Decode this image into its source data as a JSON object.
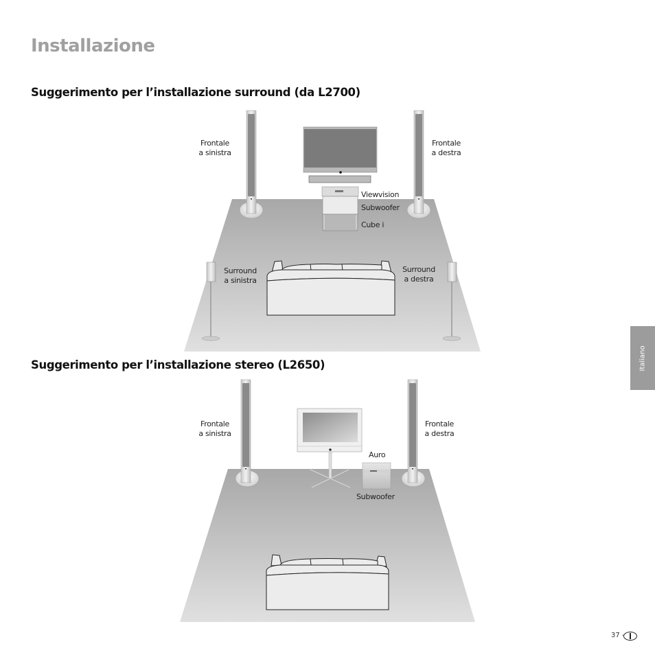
{
  "page": {
    "title": "Installazione",
    "side_tab": "Italiano",
    "page_number": "37 -",
    "language_mark": "I"
  },
  "surround": {
    "heading": "Suggerimento per l’installazione surround (da L2700)",
    "labels": {
      "front_left_1": "Frontale",
      "front_left_2": "a sinistra",
      "front_right_1": "Frontale",
      "front_right_2": "a destra",
      "viewvision": "Viewvision",
      "subwoofer": "Subwoofer",
      "cube": "Cube i",
      "surround_left_1": "Surround",
      "surround_left_2": "a sinistra",
      "surround_right_1": "Surround",
      "surround_right_2": "a destra"
    }
  },
  "stereo": {
    "heading": "Suggerimento per l’installazione stereo (L2650)",
    "labels": {
      "front_left_1": "Frontale",
      "front_left_2": "a sinistra",
      "front_right_1": "Frontale",
      "front_right_2": "a destra",
      "auro": "Auro",
      "subwoofer": "Subwoofer"
    }
  },
  "colors": {
    "title_gray": "#a0a0a0",
    "floor_top": "#a9a9a9",
    "floor_bottom": "#dedede",
    "side_tab": "#9c9c9c"
  }
}
